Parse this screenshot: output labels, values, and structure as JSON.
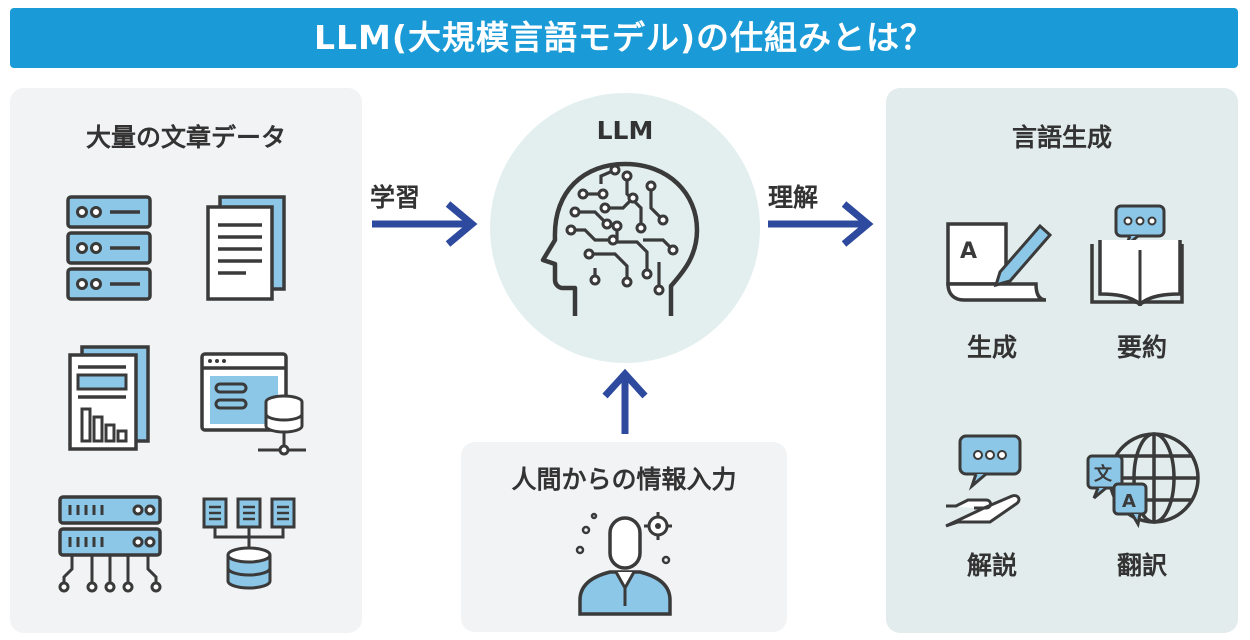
{
  "title": "LLM(大規模言語モデル)の仕組みとは？",
  "left_panel": {
    "heading": "大量の文章データ",
    "icons": [
      "server-stack-icon",
      "documents-icon",
      "report-chart-icon",
      "web-database-icon",
      "network-server-icon",
      "database-table-icon"
    ]
  },
  "center": {
    "label": "LLM",
    "icon": "ai-head-circuit-icon",
    "arrow_in_label": "学習",
    "arrow_out_label": "理解"
  },
  "bottom_panel": {
    "heading": "人間からの情報入力",
    "icon": "person-thinking-gear-icon"
  },
  "right_panel": {
    "heading": "言語生成",
    "items": [
      {
        "label": "生成",
        "icon": "writing-pen-icon"
      },
      {
        "label": "要約",
        "icon": "open-book-chat-icon"
      },
      {
        "label": "解説",
        "icon": "chat-hand-icon"
      },
      {
        "label": "翻訳",
        "icon": "translate-globe-icon"
      }
    ]
  },
  "colors": {
    "banner": "#1a9ad6",
    "arrow": "#2e4a9e",
    "icon_accent": "#8cc7e8",
    "icon_stroke": "#3a3a3a",
    "panel_gray": "#f2f3f4",
    "panel_teal": "#e3ecec"
  }
}
